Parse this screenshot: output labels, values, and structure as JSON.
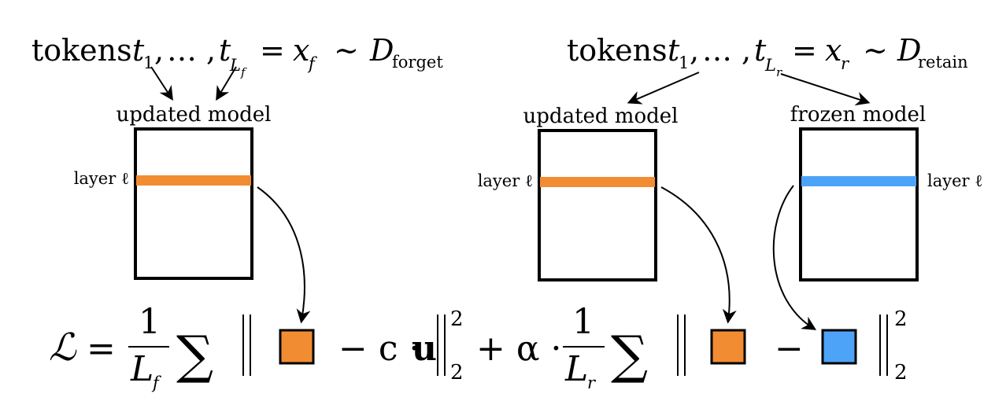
{
  "forget_tokens": {
    "prefix": "tokens",
    "t1": "t",
    "t1_sub": "1",
    "comma1": ",",
    "dots": "…",
    "comma2": ",",
    "tL": "t",
    "tL_sub": "L",
    "tL_subsub": "f",
    "equals": "=",
    "x": "x",
    "x_sub": "f",
    "sim": "∼",
    "D": "D",
    "D_sub": "forget"
  },
  "retain_tokens": {
    "prefix": "tokens",
    "t1": "t",
    "t1_sub": "1",
    "comma1": ",",
    "dots": "…",
    "comma2": ",",
    "tL": "t",
    "tL_sub": "L",
    "tL_subsub": "r",
    "equals": "=",
    "x": "x",
    "x_sub": "r",
    "sim": "∼",
    "D": "D",
    "D_sub": "retain"
  },
  "models": {
    "forget_updated": {
      "title": "updated model",
      "layer_label": "layer ℓ"
    },
    "retain_updated": {
      "title": "updated model",
      "layer_label": "layer ℓ"
    },
    "retain_frozen": {
      "title": "frozen model",
      "layer_label": "layer ℓ"
    }
  },
  "loss": {
    "L": "ℒ",
    "equals": "=",
    "frac1_num": "1",
    "frac1_den": "L",
    "frac1_den_sub": "f",
    "sum1": "∑",
    "minus_c": "− c ·",
    "u": "u",
    "norm1_sup": "2",
    "norm1_sub": "2",
    "plus_alpha": "+ α ·",
    "frac2_num": "1",
    "frac2_den": "L",
    "frac2_den_sub": "r",
    "sum2": "∑",
    "minus": "−",
    "norm2_sup": "2",
    "norm2_sub": "2"
  },
  "colors": {
    "updated_layer": "#F28C33",
    "frozen_layer": "#4DA3F7",
    "stroke": "#000000"
  }
}
